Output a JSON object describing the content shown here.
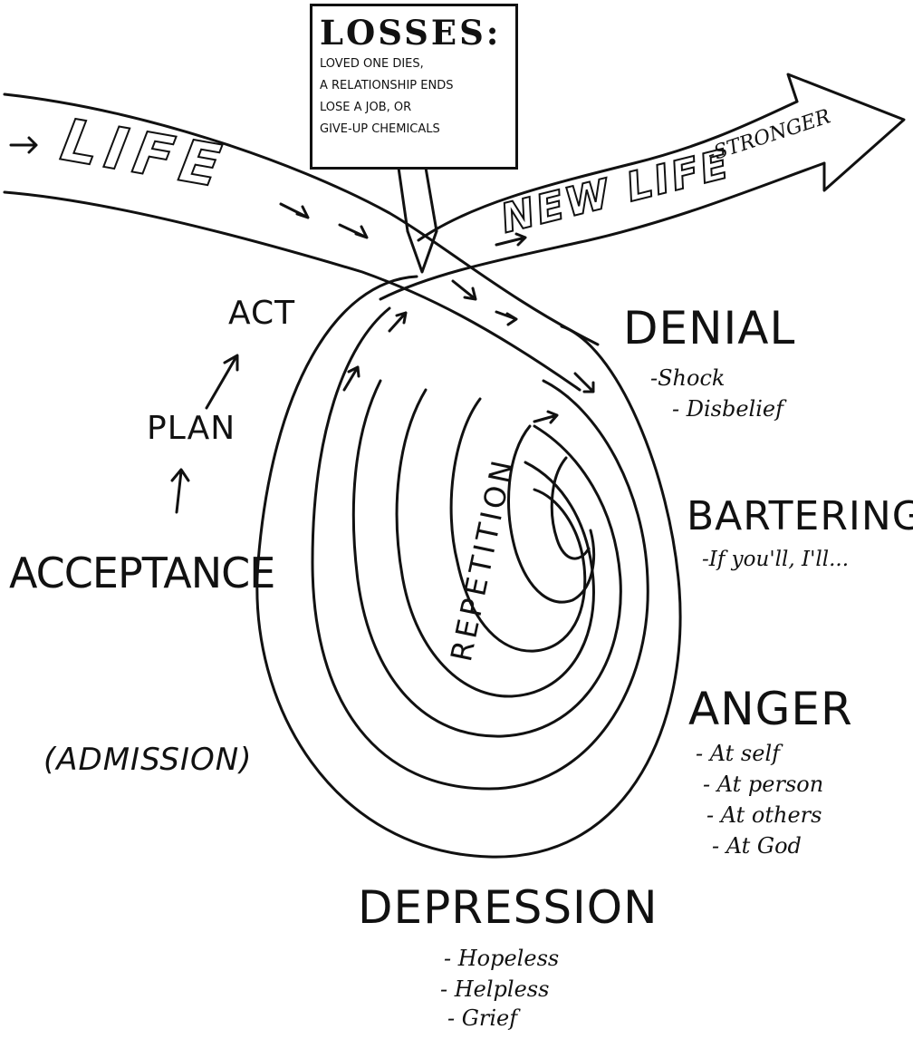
{
  "sign": {
    "title": "LOSSES:",
    "lines": [
      "LOVED ONE DIES,",
      "A RELATIONSHIP ENDS",
      "LOSE A JOB, OR",
      "GIVE-UP CHEMICALS"
    ]
  },
  "arrows": {
    "life": "LIFE",
    "new_life": "NEW LIFE",
    "stronger": "-STRONGER"
  },
  "stages": {
    "denial": {
      "title": "DENIAL",
      "items": [
        "-Shock",
        "- Disbelief"
      ]
    },
    "bartering": {
      "title": "BARTERING",
      "items": [
        "-If you'll, I'll..."
      ]
    },
    "anger": {
      "title": "ANGER",
      "items": [
        "- At self",
        "- At person",
        "- At others",
        "- At God"
      ]
    },
    "depression": {
      "title": "DEPRESSION",
      "items": [
        "- Hopeless",
        "- Helpless",
        "- Grief"
      ]
    },
    "acceptance": {
      "title": "ACCEPTANCE"
    },
    "admission": "(ADMISSION)",
    "plan": "PLAN",
    "act": "ACT",
    "repetition": "REPETITION"
  }
}
